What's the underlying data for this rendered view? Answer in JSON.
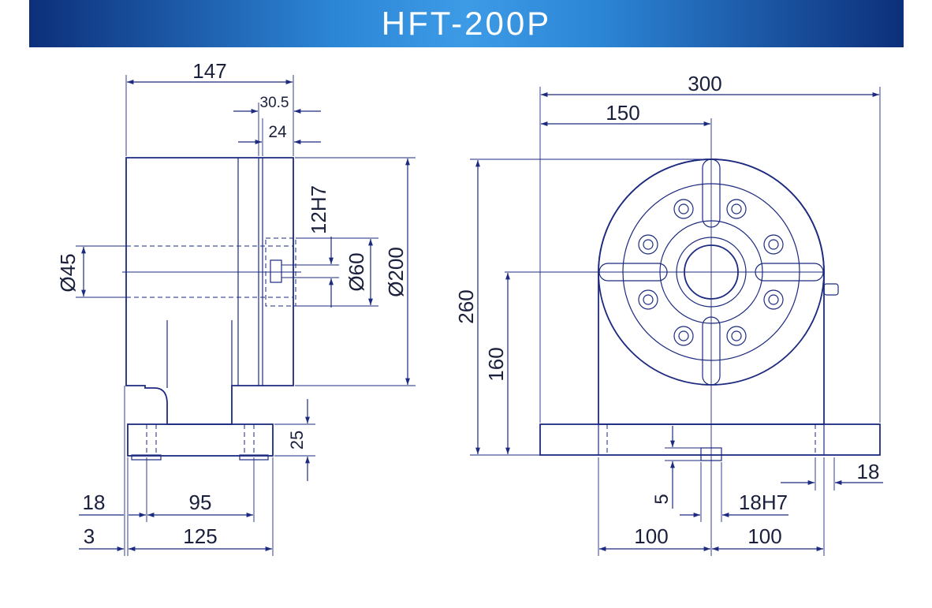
{
  "title": "HFT-200P",
  "colors": {
    "accent": "#2c86d6",
    "outline": "#1c2a80",
    "text": "#1a1f3c"
  },
  "side_view": {
    "dims": {
      "overall_length": "147",
      "step": "30.5",
      "face": "24",
      "bore_inner": "Ø45",
      "key_width": "12H7",
      "bore": "Ø60",
      "face_dia": "Ø200",
      "base_height": "25",
      "slot_inset": "18",
      "slot_pitch": "95",
      "offset": "3",
      "base_length": "125"
    }
  },
  "front_view": {
    "dims": {
      "overall_width": "300",
      "center_offset": "150",
      "overall_height": "260",
      "center_height": "160",
      "slot_width": "18",
      "key_depth": "5",
      "key_fit": "18H7",
      "left_half": "100",
      "right_half": "100"
    }
  }
}
